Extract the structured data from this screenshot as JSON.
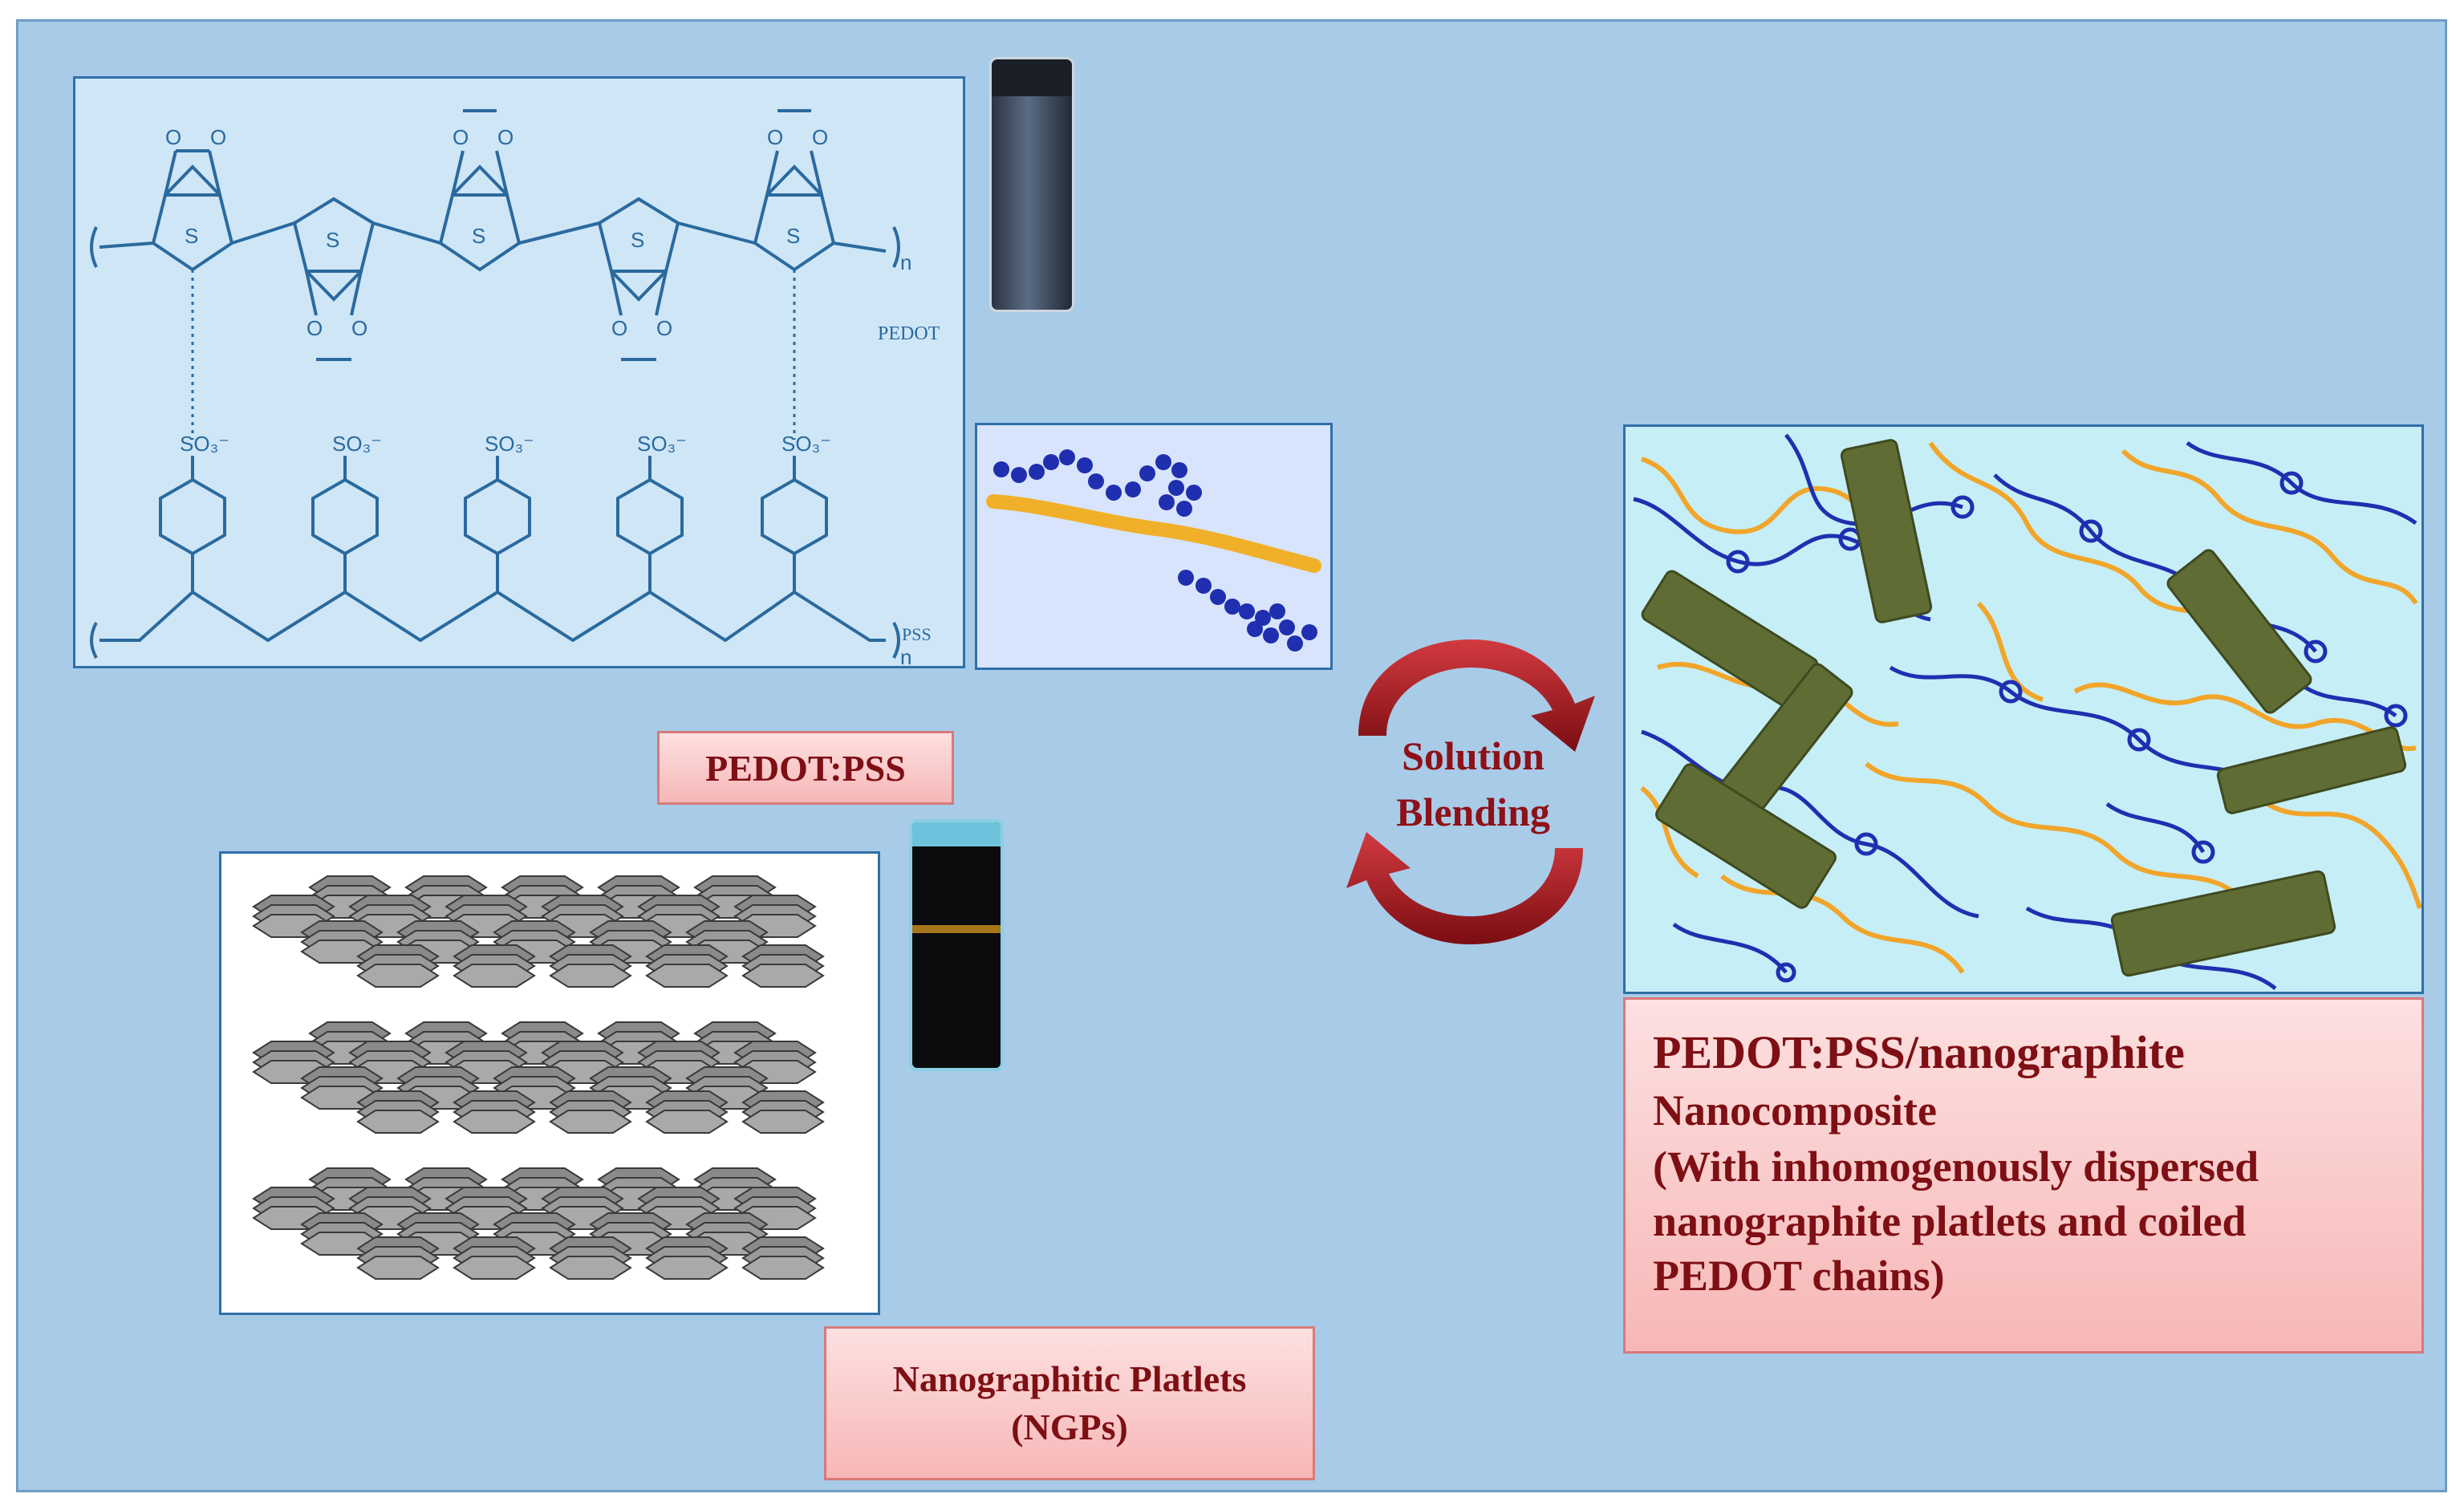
{
  "structure": {
    "pedot_label": "PEDOT",
    "pss_label": "PSS",
    "ring_atom_s": "S",
    "ring_atom_o": "O",
    "sulfonate": "SO₃⁻",
    "repeat_n": "n"
  },
  "labels": {
    "pedot_pss": "PEDOT:PSS",
    "ngp_line1": "Nanographitic Platlets",
    "ngp_line2": "(NGPs)",
    "blend_line1": "Solution",
    "blend_line2": "Blending",
    "composite_line1": "PEDOT:PSS/nanographite",
    "composite_line2": "Nanocomposite",
    "composite_line3": "(With inhomogenously  dispersed",
    "composite_line4": "nanographite platlets and coiled",
    "composite_line5": "PEDOT chains)"
  },
  "colors": {
    "background": "#a8cbe8",
    "structure_line": "#2a6a9e",
    "pedot_chain": "#1f2fb0",
    "pss_chain": "#f1b02a",
    "graphite": "#5f6d35",
    "arrow": "#a8151b",
    "label_text": "#7e0f14"
  }
}
